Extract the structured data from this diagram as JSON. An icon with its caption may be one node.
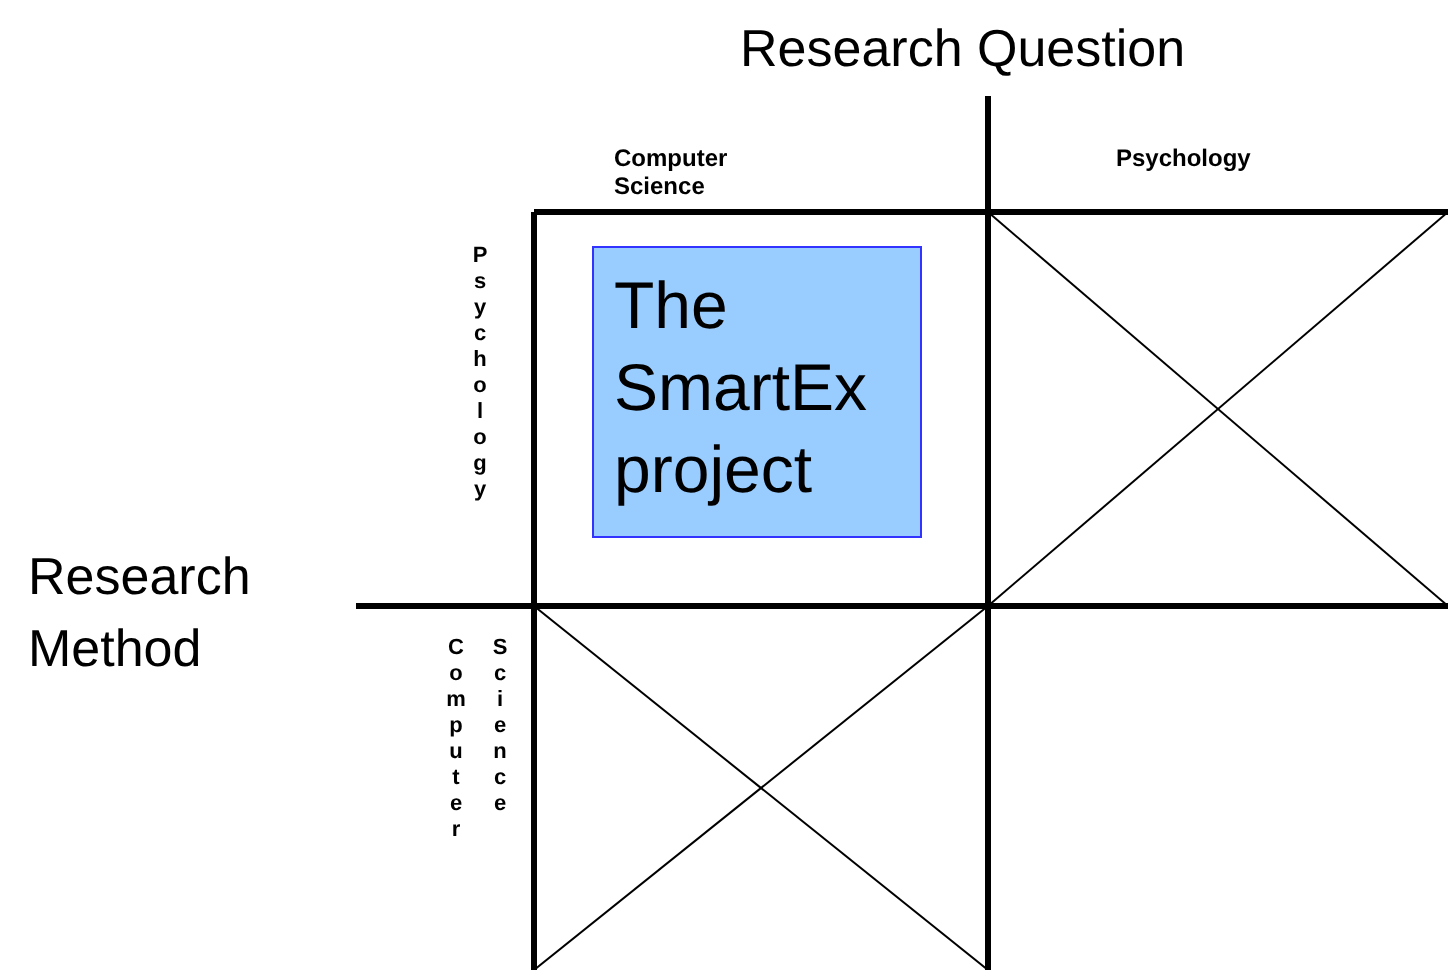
{
  "diagram": {
    "nodes": [
      {
        "text": [
          "The SmartEx project"
        ]
      }
    ],
    "labels": [
      "Research Question",
      "Computer Science",
      "Psychology",
      "Psychology",
      "Research Method",
      "Computer Science"
    ]
  }
}
